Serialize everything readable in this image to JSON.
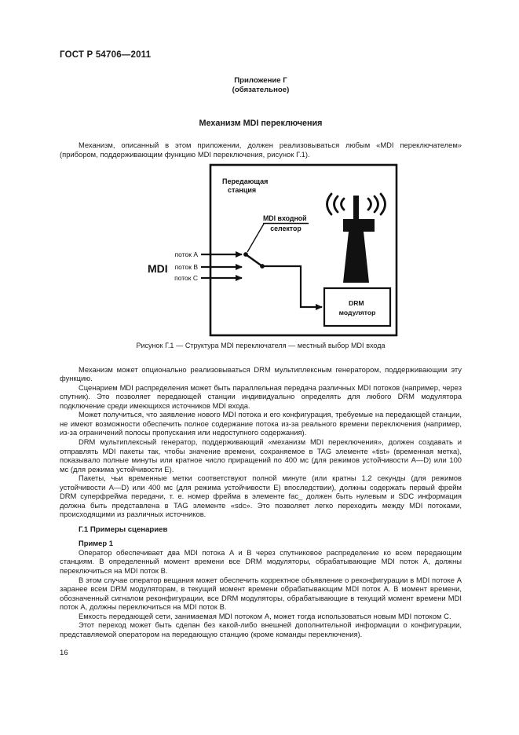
{
  "header": {
    "doc_id": "ГОСТ Р 54706—2011"
  },
  "annex": {
    "title": "Приложение Г",
    "subtitle": "(обязательное)"
  },
  "title": "Механизм MDI переключения",
  "body": {
    "p1": "Механизм, описанный в этом приложении, должен реализовываться любым «MDI переключателем» (прибором, поддерживающим функцию MDI переключения, рисунок Г.1).",
    "p2": "Механизм может опционально реализовываться DRM мультиплексным генератором, поддерживающим эту функцию.",
    "p3": "Сценарием MDI распределения может быть параллельная передача различных MDI потоков (например, через спутник). Это позволяет передающей станции индивидуально определять для любого DRM модулятора подключение среди имеющихся источников MDI входа.",
    "p4": "Может получиться, что заявление нового MDI потока и его конфигурация, требуемые на передающей станции, не имеют возможности обеспечить полное содержание потока из-за реального времени переключения (например, из-за ограничений полосы пропускания или недоступного содержания).",
    "p5": "DRM мультиплексный генератор, поддерживающий «механизм MDI переключения», должен создавать и отправлять MDI пакеты так, чтобы значение времени, сохраняемое в TAG элементе «tist» (временная метка), показывало полные минуты или кратное число приращений по 400 мс (для режимов устойчивости A—D) или 100 мс (для режима устойчивости E).",
    "p6": "Пакеты, чьи временные метки соответствуют полной минуте (или кратны 1,2 секунды (для режимов устойчивости A—D) или 400 мс (для режима устойчивости E) впоследствии), должны содержать первый фрейм DRM суперфрейма передачи, т. е. номер фрейма в элементе fac_ должен быть нулевым и SDC информация должна быть представлена в TAG элементе «sdc». Это позволяет легко переходить между MDI потоками, происходящими из различных источников."
  },
  "figure": {
    "caption": "Рисунок Г.1 — Структура MDI переключателя — местный выбор MDI входа",
    "station_label": [
      "Передающая",
      "станция"
    ],
    "selector_label": [
      "MDI входной",
      "селектор"
    ],
    "drm_label": [
      "DRM",
      "модулятор"
    ],
    "mdi_label": "MDI",
    "streams": [
      "поток A",
      "поток B",
      "поток C"
    ]
  },
  "section": {
    "heading": "Г.1 Примеры сценариев",
    "example": "Пример 1",
    "p1": "Оператор обеспечивает два MDI потока A и B через спутниковое распределение ко всем передающим станциям. В определенный момент времени все DRM модуляторы, обрабатывающие MDI поток A, должны переключиться на MDI поток B.",
    "p2": "В этом случае оператор вещания может обеспечить корректное объявление о реконфигурации в MDI потоке A заранее всем DRM модуляторам, в текущий момент времени обрабатывающим MDI поток A. В момент времени, обозначенный сигналом реконфигурации, все DRM модуляторы, обрабатывающие в текущий момент времени MDI поток A, должны переключиться на MDI поток B.",
    "p3": "Емкость передающей сети, занимаемая MDI потоком A, может тогда использоваться новым MDI потоком C.",
    "p4": "Этот переход может быть сделан без какой-либо внешней дополнительной информации о конфигурации, представляемой оператором на передающую станцию (кроме команды переключения)."
  },
  "page": {
    "number": "16"
  }
}
